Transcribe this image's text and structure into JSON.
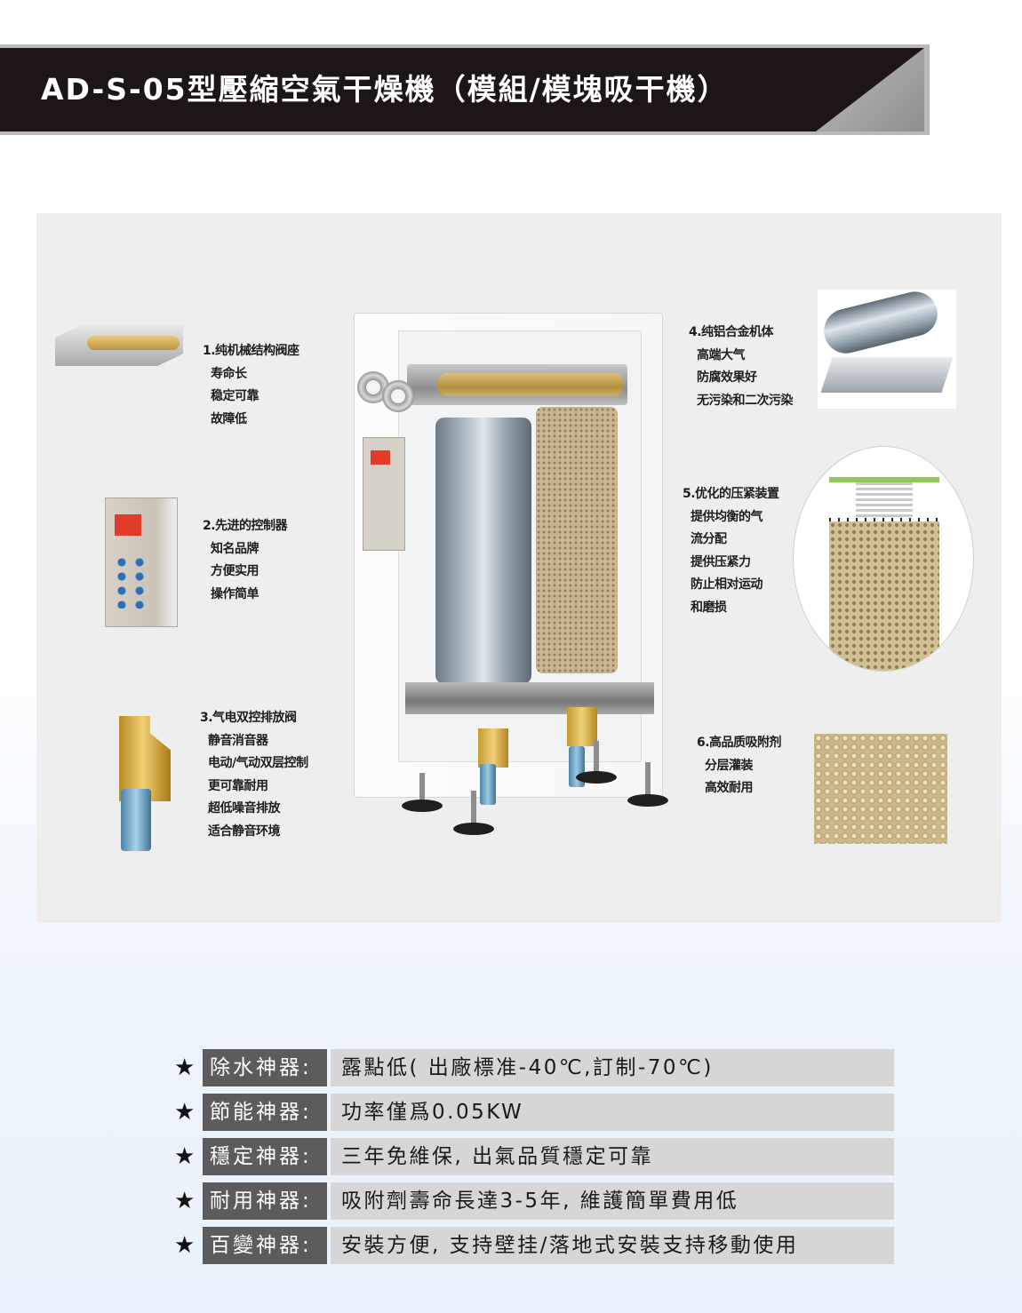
{
  "header": {
    "title": "AD-S-05型壓縮空氣干燥機（模組/模塊吸干機）"
  },
  "features": [
    {
      "head": "1.纯机械结构阀座",
      "subs": [
        "寿命长",
        "稳定可靠",
        "故障低"
      ]
    },
    {
      "head": "2.先进的控制器",
      "subs": [
        "知名品牌",
        "方便实用",
        "操作简单"
      ]
    },
    {
      "head": "3.气电双控排放阀",
      "subs": [
        "静音消音器",
        "电动/气动双层控制",
        "更可靠耐用",
        "超低噪音排放",
        "适合静音环境"
      ]
    },
    {
      "head": "4.纯铝合金机体",
      "subs": [
        "高端大气",
        "防腐效果好",
        "无污染和二次污染"
      ]
    },
    {
      "head": "5.优化的压紧装置",
      "subs": [
        "提供均衡的气",
        "流分配",
        "提供压紧力",
        "防止相对运动",
        "和磨损"
      ]
    },
    {
      "head": "6.高品质吸附剂",
      "subs": [
        "分层灌装",
        "高效耐用"
      ]
    }
  ],
  "specs": [
    {
      "star": "★",
      "label": "除水神器:",
      "text": "露點低( 出廠標准-40℃,訂制-70℃)"
    },
    {
      "star": "★",
      "label": "節能神器:",
      "text": "功率僅爲0.05KW"
    },
    {
      "star": "★",
      "label": "穩定神器:",
      "text": "三年免維保, 出氣品質穩定可靠"
    },
    {
      "star": "★",
      "label": "耐用神器:",
      "text": "吸附劑壽命長達3-5年, 維護簡單費用低"
    },
    {
      "star": "★",
      "label": "百變神器:",
      "text": "安裝方便, 支持壁挂/落地式安裝支持移動使用"
    }
  ],
  "colors": {
    "banner": "#1e1616",
    "label_bg": "#5c5c5c",
    "text_bg": "#d6d6d6",
    "panel_bg": "#eeeeee"
  }
}
